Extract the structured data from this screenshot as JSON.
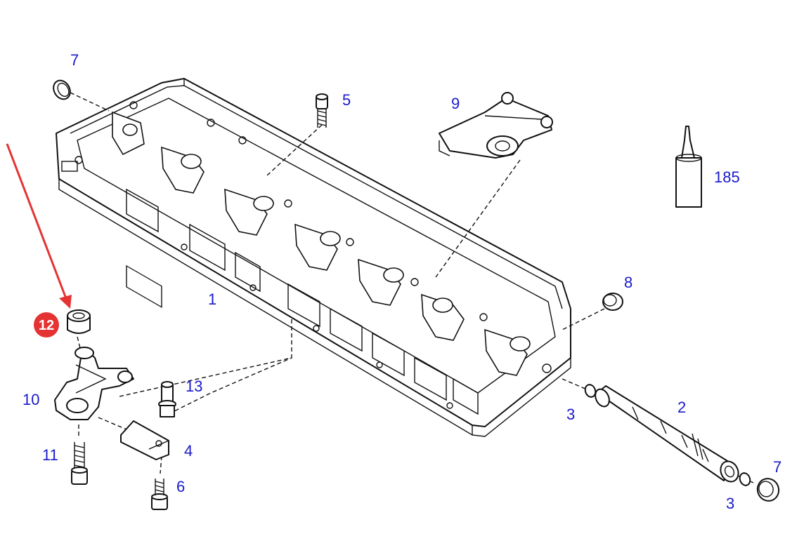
{
  "diagram": {
    "callouts": [
      {
        "id": "c7a",
        "text": "7"
      },
      {
        "id": "c5",
        "text": "5"
      },
      {
        "id": "c9",
        "text": "9"
      },
      {
        "id": "c185",
        "text": "185"
      },
      {
        "id": "c8",
        "text": "8"
      },
      {
        "id": "c1",
        "text": "1"
      },
      {
        "id": "c13",
        "text": "13"
      },
      {
        "id": "c10",
        "text": "10"
      },
      {
        "id": "c4",
        "text": "4"
      },
      {
        "id": "c11",
        "text": "11"
      },
      {
        "id": "c6",
        "text": "6"
      },
      {
        "id": "c2",
        "text": "2"
      },
      {
        "id": "c3a",
        "text": "3"
      },
      {
        "id": "c7b",
        "text": "7"
      },
      {
        "id": "c3b",
        "text": "3"
      }
    ],
    "highlight": {
      "text": "12",
      "color": "#e53333"
    },
    "callout_color": "#1a1acc",
    "arrow_color": "#e53333"
  }
}
